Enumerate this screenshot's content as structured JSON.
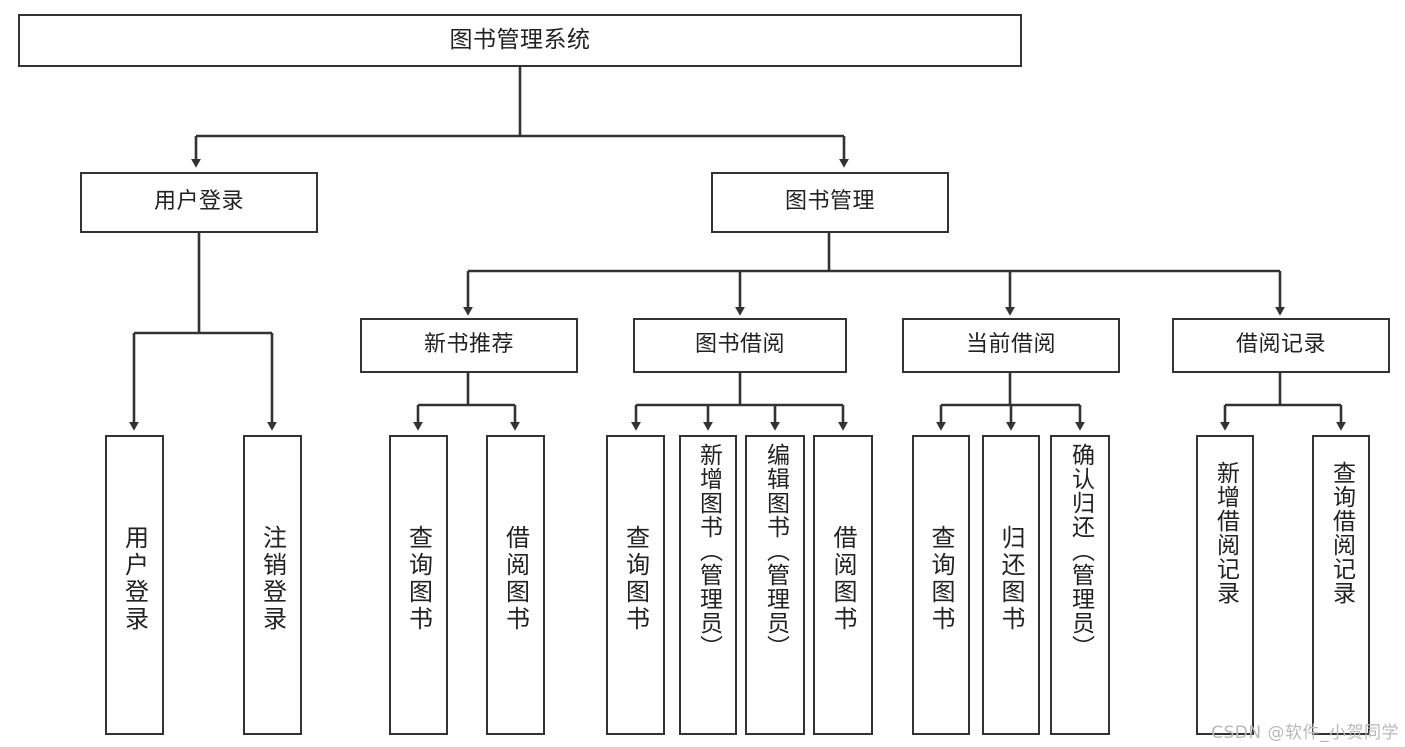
{
  "diagram": {
    "title": "图书管理系统",
    "type": "tree-hierarchy-diagram",
    "colors": {
      "stroke": "#333333",
      "fill": "#ffffff",
      "text": "#222222",
      "watermark": "#b9b9b9"
    },
    "root": {
      "label": "图书管理系统"
    },
    "level2": [
      {
        "label": "用户登录"
      },
      {
        "label": "图书管理"
      }
    ],
    "level3": [
      {
        "label": "新书推荐"
      },
      {
        "label": "图书借阅"
      },
      {
        "label": "当前借阅"
      },
      {
        "label": "借阅记录"
      }
    ],
    "leaves": {
      "user_login": [
        {
          "label": "用户登录"
        },
        {
          "label": "注销登录"
        }
      ],
      "new_book_recommend": [
        {
          "label": "查询图书"
        },
        {
          "label": "借阅图书"
        }
      ],
      "book_borrow": [
        {
          "label": "查询图书"
        },
        {
          "label": "新增图书（管理员）"
        },
        {
          "label": "编辑图书（管理员）"
        },
        {
          "label": "借阅图书"
        }
      ],
      "current_borrow": [
        {
          "label": "查询图书"
        },
        {
          "label": "归还图书"
        },
        {
          "label": "确认归还（管理员）"
        }
      ],
      "borrow_record": [
        {
          "label": "新增借阅记录"
        },
        {
          "label": "查询借阅记录"
        }
      ]
    }
  },
  "watermark": {
    "text": "CSDN @软件_小贺同学"
  }
}
